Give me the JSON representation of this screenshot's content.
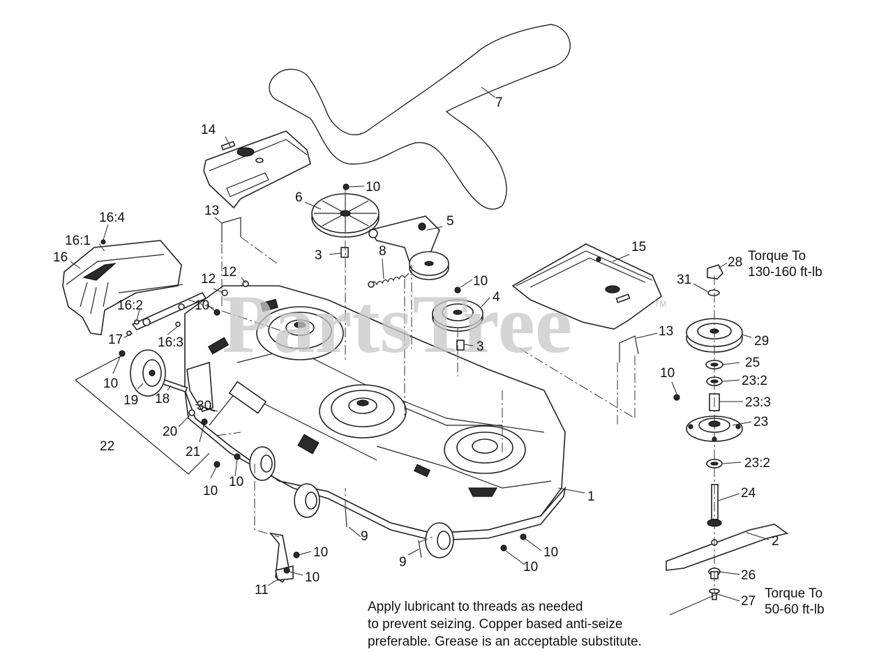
{
  "watermark": {
    "text": "PartsTree",
    "tm": "TM"
  },
  "callouts": {
    "c1": "1",
    "c2": "2",
    "c3a": "3",
    "c3b": "3",
    "c4": "4",
    "c5": "5",
    "c6": "6",
    "c7": "7",
    "c8": "8",
    "c9a": "9",
    "c9b": "9",
    "c10a": "10",
    "c10b": "10",
    "c10c": "10",
    "c10d": "10",
    "c10e": "10",
    "c10f": "10",
    "c10g": "10",
    "c10h": "10",
    "c10i": "10",
    "c10j": "10",
    "c10k": "10",
    "c11": "11",
    "c12a": "12",
    "c12b": "12",
    "c13a": "13",
    "c13b": "13",
    "c14": "14",
    "c15": "15",
    "c16": "16",
    "c16_1": "16:1",
    "c16_2": "16:2",
    "c16_3": "16:3",
    "c16_4": "16:4",
    "c17": "17",
    "c18": "18",
    "c19": "19",
    "c20": "20",
    "c21": "21",
    "c22": "22",
    "c23": "23",
    "c23_2a": "23:2",
    "c23_2b": "23:2",
    "c23_3": "23:3",
    "c24": "24",
    "c25": "25",
    "c26": "26",
    "c27": "27",
    "c28": "28",
    "c29": "29",
    "c30": "30",
    "c31": "31"
  },
  "torque_upper": {
    "line1": "Torque To",
    "line2": "130-160 ft-lb"
  },
  "torque_lower": {
    "line1": "Torque To",
    "line2": "50-60 ft-lb"
  },
  "note": {
    "line1": "Apply lubricant to threads as needed",
    "line2": "to prevent seizing. Copper based anti-seize",
    "line3": "preferable. Grease is an acceptable substitute."
  }
}
